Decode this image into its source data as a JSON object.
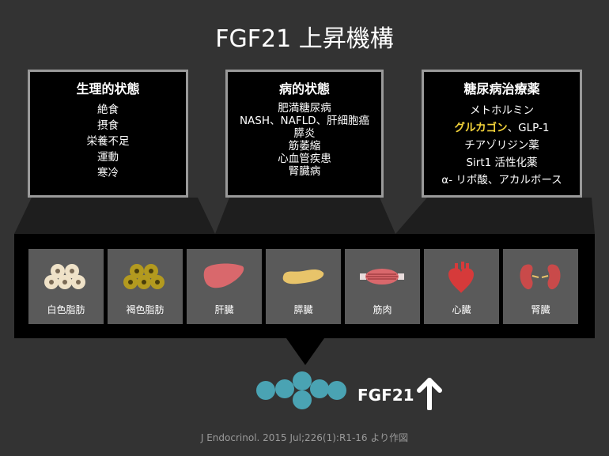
{
  "title": "FGF21 上昇機構",
  "boxes": [
    {
      "heading": "生理的状態",
      "items": [
        "絶食",
        "摂食",
        "栄養不足",
        "運動",
        "寒冷"
      ]
    },
    {
      "heading": "病的状態",
      "items": [
        "肥満糖尿病",
        "NASH、NAFLD、肝細胞癌",
        "膵炎",
        "筋萎縮",
        "心血管疾患",
        "腎臓病"
      ]
    },
    {
      "heading": "糖尿病治療薬",
      "items": [
        "メトホルミン",
        "GLP-1",
        "チアゾリジン薬",
        "Sirt1 活性化薬",
        "α- リポ酸、アカルボース"
      ],
      "highlight": "グルカゴン",
      "highlight_sep": "、"
    }
  ],
  "organs": [
    {
      "label": "白色脂肪",
      "icon": "white-fat-icon"
    },
    {
      "label": "褐色脂肪",
      "icon": "brown-fat-icon"
    },
    {
      "label": "肝臓",
      "icon": "liver-icon"
    },
    {
      "label": "膵臓",
      "icon": "pancreas-icon"
    },
    {
      "label": "筋肉",
      "icon": "muscle-icon"
    },
    {
      "label": "心臓",
      "icon": "heart-icon"
    },
    {
      "label": "腎臓",
      "icon": "kidney-icon"
    }
  ],
  "output": {
    "label": "FGF21",
    "trend_icon": "up-arrow-icon"
  },
  "citation": "J Endocrinol. 2015 Jul;226(1):R1-16 より作図",
  "colors": {
    "background": "#333333",
    "box": "#000000",
    "box_border": "#9a9a9a",
    "tile": "#5a5a5a",
    "highlight": "#f2d23a",
    "molecule": "#4aa3b3",
    "white_fat": "#efe2c8",
    "brown_fat": "#b39a1f",
    "liver": "#d9686c",
    "pancreas": "#e8c46a",
    "muscle": "#d9686c",
    "heart": "#d63a3a",
    "kidney": "#c94a4a"
  }
}
